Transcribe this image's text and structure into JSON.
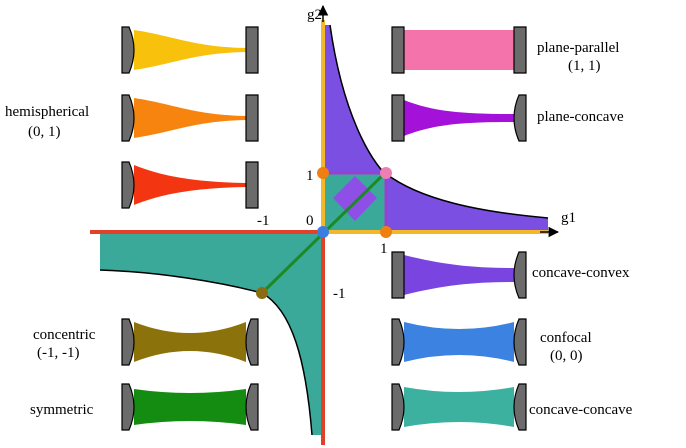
{
  "axes": {
    "x_label": "g1",
    "y_label": "g2",
    "ticks": {
      "one_x": "1",
      "one_y": "1",
      "origin": "0",
      "neg_x": "-1",
      "neg_y": "-1"
    }
  },
  "colors": {
    "stable_purple": "#7b4fe2",
    "stable_teal": "#3aa99a",
    "axis_orange": "#f2b82a",
    "axis_red": "#e1402a",
    "diagonal_green": "#1a8a22",
    "diamond": "#8e4fe6",
    "square_purple": "#9b3fd4",
    "point_blue": "#3a7ee0",
    "point_orange": "#f07f12",
    "point_pink": "#ef7eb3",
    "point_olive": "#8b6c12",
    "mirror": "#6b6b6b"
  },
  "resonators": [
    {
      "id": "top-left-yellow",
      "label": "",
      "sublabel": "",
      "color": "#f8c20c",
      "shape": "taper-right"
    },
    {
      "id": "hemispherical",
      "label": "hemispherical",
      "sublabel": "(0, 1)",
      "color": "#f7840f",
      "shape": "taper-right"
    },
    {
      "id": "red-taper",
      "label": "",
      "sublabel": "",
      "color": "#f33511",
      "shape": "taper-right-steep"
    },
    {
      "id": "concentric",
      "label": "concentric",
      "sublabel": "(-1, -1)",
      "color": "#8b720b",
      "shape": "bowtie"
    },
    {
      "id": "symmetric",
      "label": "symmetric",
      "sublabel": "",
      "color": "#138c11",
      "shape": "waist-slight"
    },
    {
      "id": "plane-parallel",
      "label": "plane-parallel",
      "sublabel": "(1, 1)",
      "color": "#f573ab",
      "shape": "rect"
    },
    {
      "id": "plane-concave",
      "label": "plane-concave",
      "sublabel": "",
      "color": "#a412d9",
      "shape": "taper-left"
    },
    {
      "id": "concave-convex",
      "label": "concave-convex",
      "sublabel": "",
      "color": "#7a44e0",
      "shape": "taper-left-mild"
    },
    {
      "id": "confocal",
      "label": "confocal",
      "sublabel": "(0, 0)",
      "color": "#3b82e1",
      "shape": "waist-medium"
    },
    {
      "id": "concave-concave",
      "label": "concave-concave",
      "sublabel": "",
      "color": "#3db19f",
      "shape": "waist-mild"
    }
  ]
}
